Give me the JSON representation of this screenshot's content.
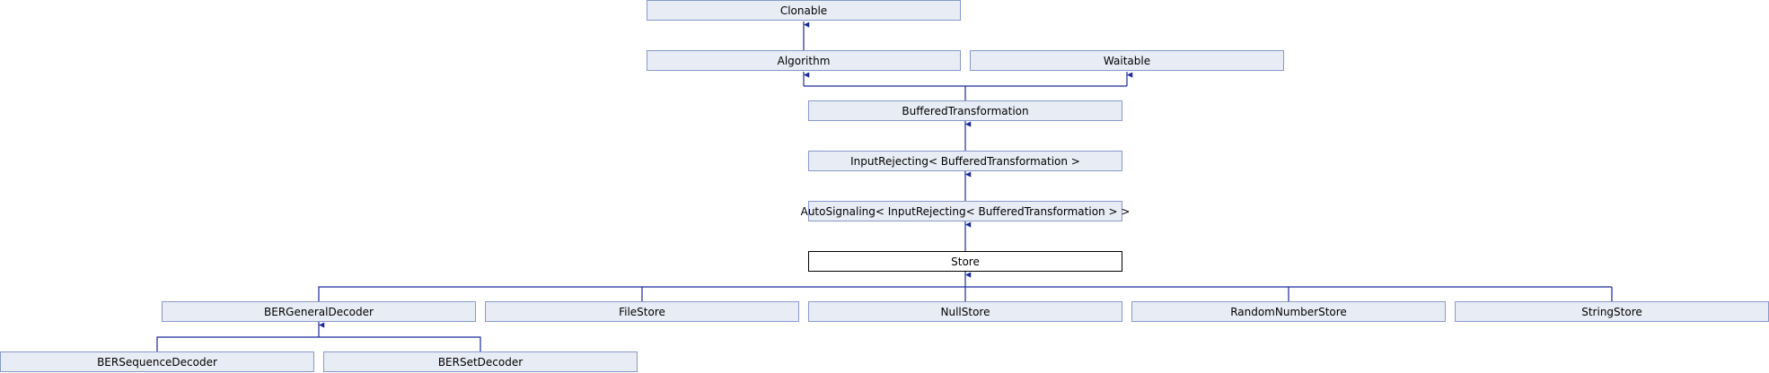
{
  "nodes": {
    "clonable": "Clonable",
    "algorithm": "Algorithm",
    "waitable": "Waitable",
    "buffered_transformation": "BufferedTransformation",
    "input_rejecting": "InputRejecting< BufferedTransformation >",
    "auto_signaling": "AutoSignaling< InputRejecting< BufferedTransformation > >",
    "store": "Store",
    "ber_general_decoder": "BERGeneralDecoder",
    "file_store": "FileStore",
    "null_store": "NullStore",
    "random_number_store": "RandomNumberStore",
    "string_store": "StringStore",
    "ber_sequence_decoder": "BERSequenceDecoder",
    "ber_set_decoder": "BERSetDecoder"
  },
  "colors": {
    "node_fill": "#e8ecf4",
    "node_border": "#8899cc",
    "current_fill": "#ffffff",
    "current_border": "#000000",
    "edge": "#1a2a9a"
  }
}
